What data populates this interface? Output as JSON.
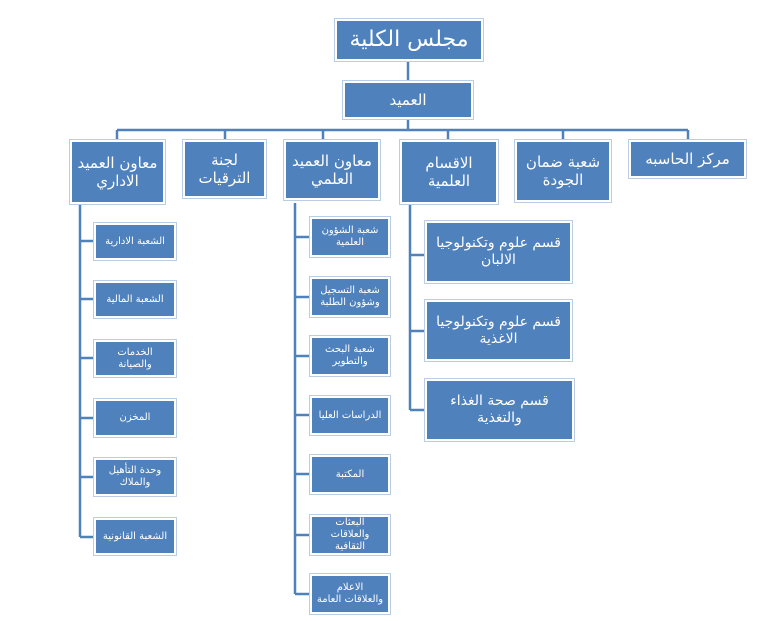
{
  "nodes": {
    "college_council": "مجلس الكلية",
    "dean": "العميد",
    "vice_dean_admin": "معاون العميد الاداري",
    "promotions_committee": "لجنة الترقيات",
    "vice_dean_scientific": "معاون العميد العلمي",
    "scientific_departments": "الاقسام العلمية",
    "quality_assurance": "شعبة ضمان الجودة",
    "computer_center": "مركز الحاسبه"
  },
  "admin_units": [
    "الشعبة الادارية",
    "الشعبة المالية",
    "الخدمات والصيانة",
    "المخزن",
    "وحدة التأهيل والملاك",
    "الشعبة القانونية"
  ],
  "scientific_units": [
    "شعبة الشؤون العلمية",
    "شعبة التسجيل وشؤون الطلبة",
    "شعبة البحث والتطوير",
    "الدراسات العليا",
    "المكتبة",
    "البعثات والعلاقات الثقافية",
    "الاعلام والعلاقات العامة"
  ],
  "departments": [
    "قسم علوم وتكنولوجيا الالبان",
    "قسم علوم وتكنولوجيا الاغذية",
    "قسم صحة الغذاء والتغذية"
  ],
  "colors": {
    "box_fill": "#4f81bd",
    "line": "#4f81bd",
    "text": "#ffffff"
  }
}
